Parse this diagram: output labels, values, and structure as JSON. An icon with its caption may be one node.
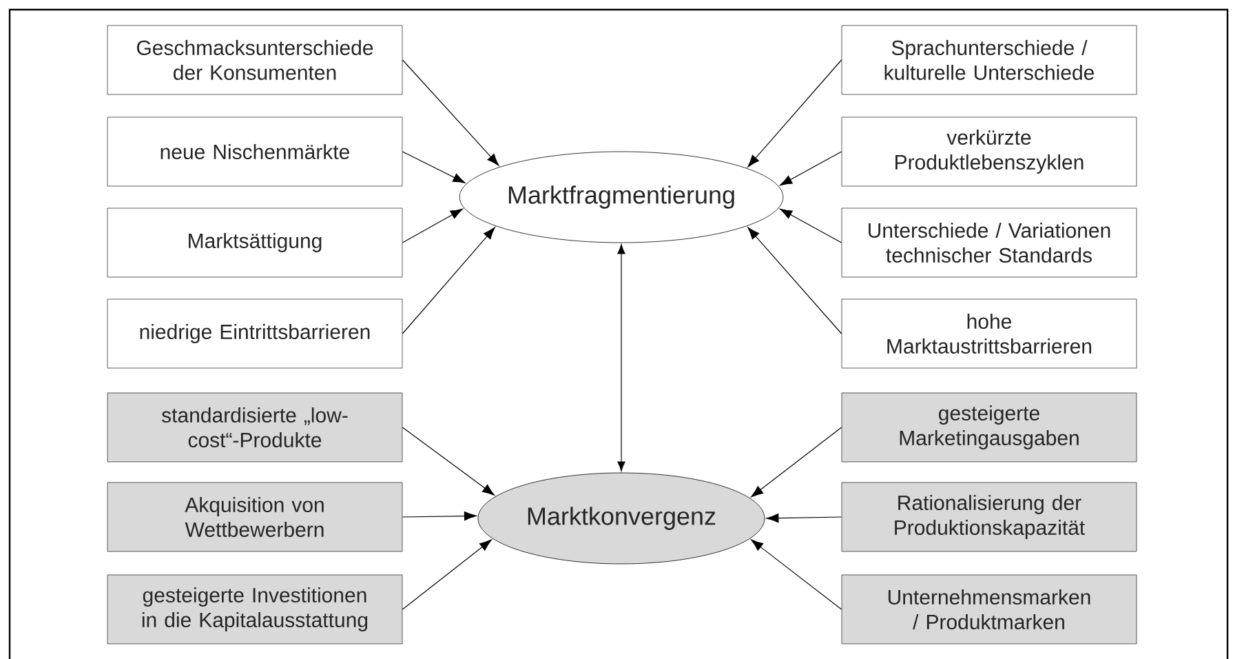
{
  "diagram": {
    "nodes": [
      {
        "text": [
          "Geschmacksunterschiede der Konsumenten"
        ]
      },
      {
        "text": [
          "neue Nischenmärkte"
        ]
      },
      {
        "text": [
          "Marktsättigung"
        ]
      },
      {
        "text": [
          "niedrige Eintrittsbarrieren"
        ]
      },
      {
        "text": [
          "Marktfragmentierung"
        ]
      },
      {
        "text": [
          "Sprachunterschiede / kulturelle Unterschiede"
        ]
      },
      {
        "text": [
          "verkürzte Produktlebenszyklen"
        ]
      },
      {
        "text": [
          "Unterschiede / Variationen technischer Standards"
        ]
      },
      {
        "text": [
          "hohe Marktaustrittsbarrieren"
        ]
      },
      {
        "text": [
          "standardisierte „low-cost“-Produkte"
        ]
      },
      {
        "text": [
          "Akquisition von Wettbewerbern"
        ]
      },
      {
        "text": [
          "gesteigerte Investitionen in die Kapitalausstattung"
        ]
      },
      {
        "text": [
          "Marktkonvergenz"
        ]
      },
      {
        "text": [
          "gesteigerte Marketingausgaben"
        ]
      },
      {
        "text": [
          "Rationalisierung der Produktionskapazität"
        ]
      },
      {
        "text": [
          "Unternehmensmarken / Produktmarken"
        ]
      }
    ],
    "edges": [
      {
        "from": 0,
        "to": 4,
        "arrow": "to"
      },
      {
        "from": 1,
        "to": 4,
        "arrow": "to"
      },
      {
        "from": 2,
        "to": 4,
        "arrow": "to"
      },
      {
        "from": 3,
        "to": 4,
        "arrow": "to"
      },
      {
        "from": 5,
        "to": 4,
        "arrow": "to"
      },
      {
        "from": 6,
        "to": 4,
        "arrow": "to"
      },
      {
        "from": 7,
        "to": 4,
        "arrow": "to"
      },
      {
        "from": 8,
        "to": 4,
        "arrow": "to"
      },
      {
        "from": 4,
        "to": 12,
        "arrow": "both"
      },
      {
        "from": 9,
        "to": 12,
        "arrow": "to"
      },
      {
        "from": 10,
        "to": 12,
        "arrow": "to"
      },
      {
        "from": 11,
        "to": 12,
        "arrow": "to"
      },
      {
        "from": 13,
        "to": 12,
        "arrow": "to"
      },
      {
        "from": 14,
        "to": 12,
        "arrow": "to"
      },
      {
        "from": 15,
        "to": 12,
        "arrow": "to"
      }
    ]
  }
}
